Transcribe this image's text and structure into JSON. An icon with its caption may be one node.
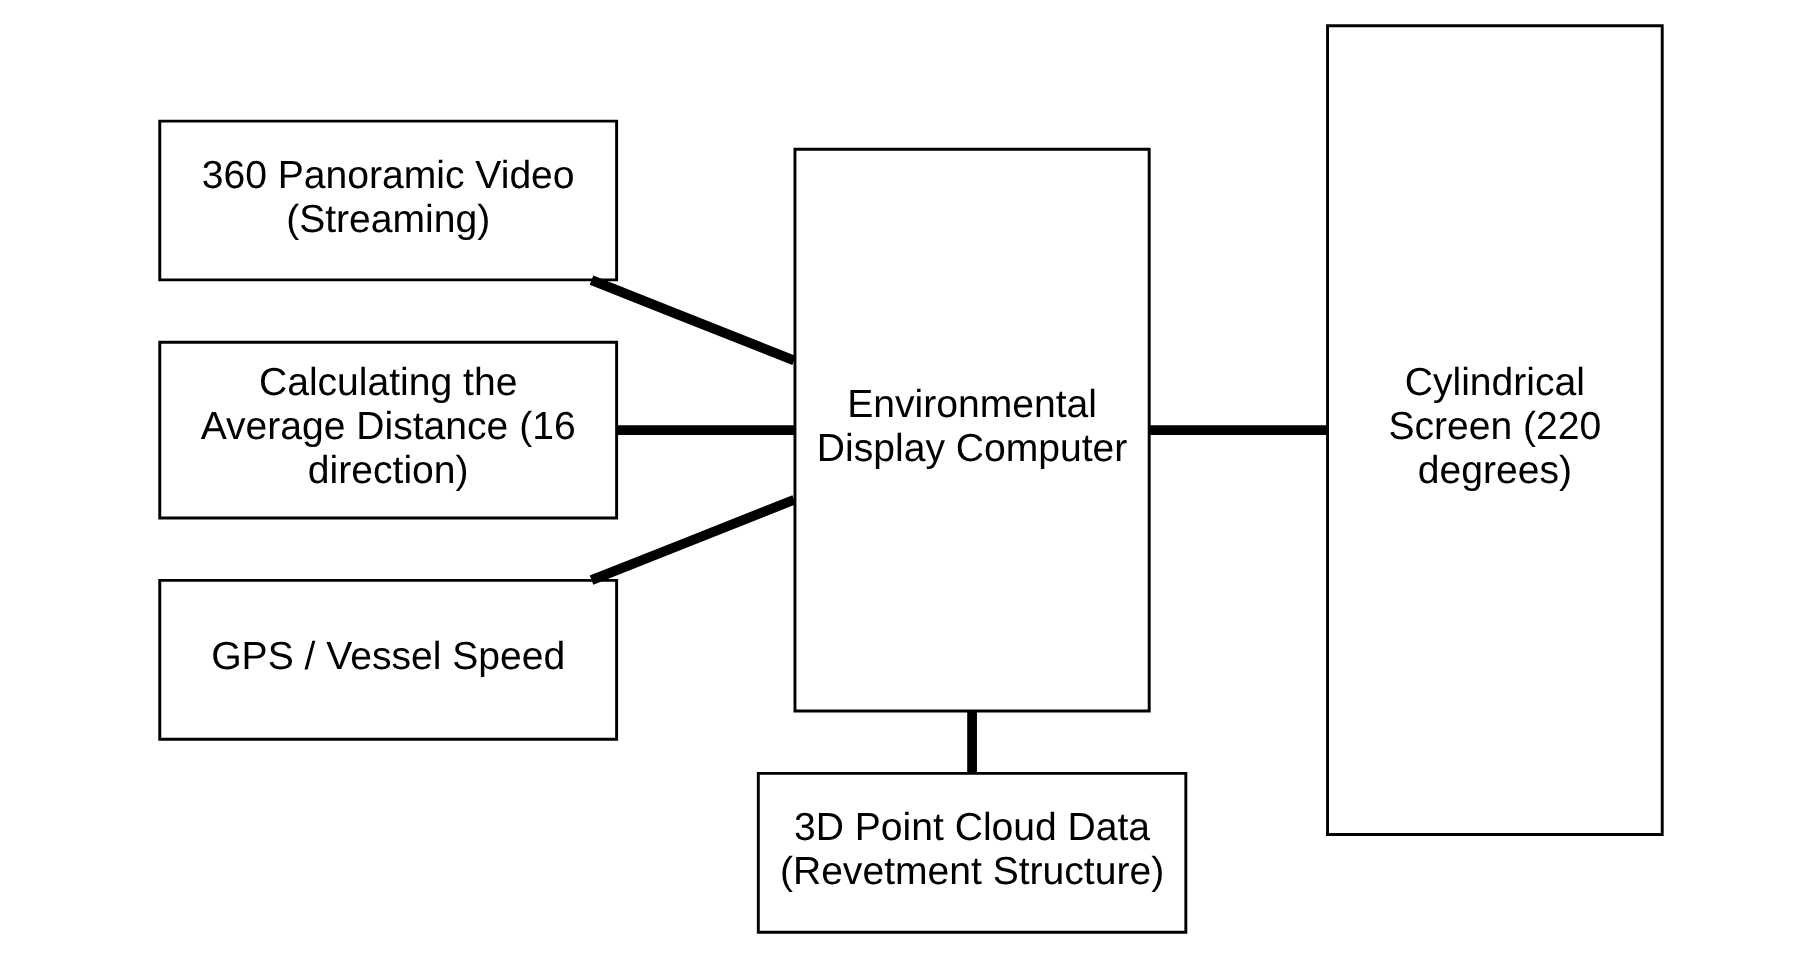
{
  "diagram": {
    "nodes": [
      {
        "text": [
          "360 Panoramic Video (Streaming)"
        ]
      },
      {
        "text": [
          "Calculating the Average Distance (16 direction)"
        ]
      },
      {
        "text": [
          "GPS / Vessel Speed"
        ]
      },
      {
        "text": [
          "Environmental Display Computer"
        ]
      },
      {
        "text": [
          "3D Point Cloud Data (Revetment Structure)"
        ]
      },
      {
        "text": [
          "Cylindrical Screen (220 degrees)"
        ]
      }
    ],
    "edges": [
      {
        "from": 0,
        "to": 3,
        "arrow": "none"
      },
      {
        "from": 1,
        "to": 3,
        "arrow": "none"
      },
      {
        "from": 2,
        "to": 3,
        "arrow": "none"
      },
      {
        "from": 3,
        "to": 4,
        "arrow": "none"
      },
      {
        "from": 3,
        "to": 5,
        "arrow": "none"
      }
    ]
  }
}
